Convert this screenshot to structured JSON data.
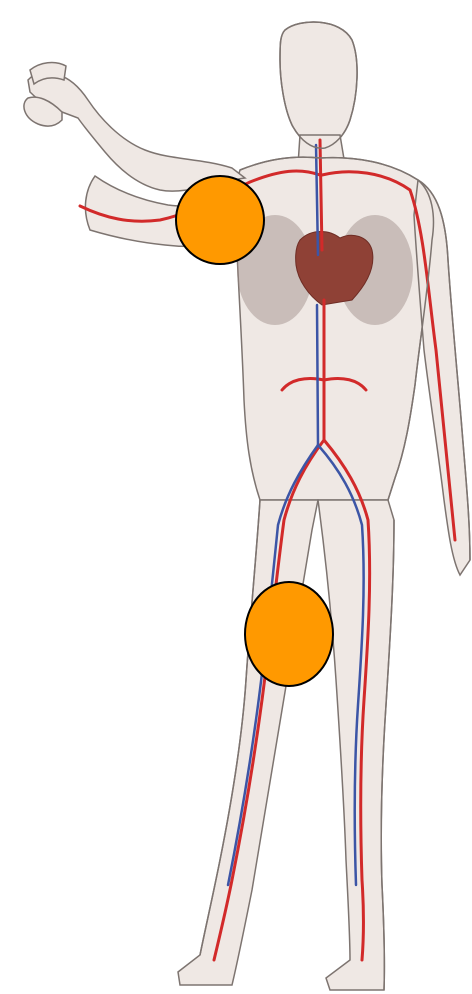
{
  "diagram": {
    "subject": "human-circulatory-system",
    "colors": {
      "skin_fill": "#efe8e4",
      "skin_outline": "#7d7470",
      "artery": "#d22a2a",
      "vein": "#3c55a6",
      "heart": "#8f4136",
      "lung_shadow": "#9b8a86",
      "marker_fill": "#ff9900",
      "marker_border": "#000000"
    },
    "markers": [
      {
        "name": "shoulder-marker",
        "shape": "circle"
      },
      {
        "name": "thigh-marker",
        "shape": "ellipse"
      }
    ]
  }
}
